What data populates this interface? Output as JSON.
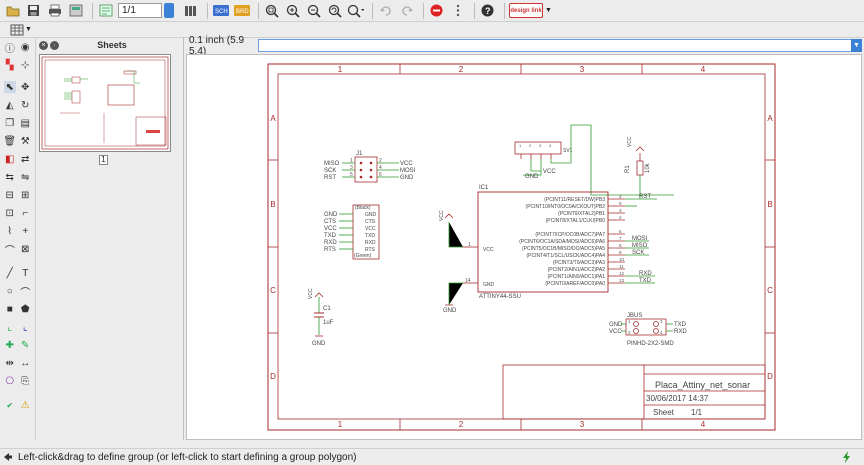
{
  "toolbar": {
    "sheet_value": "1/1",
    "logo_label": "design link"
  },
  "sheets": {
    "title": "Sheets",
    "current_sheet": "1"
  },
  "canvas_bar": {
    "grid_coord": "0.1 inch (5.9 5.4)"
  },
  "schematic": {
    "columns": [
      "1",
      "2",
      "3",
      "4"
    ],
    "rows": [
      "A",
      "B",
      "C",
      "D"
    ],
    "j1": {
      "ref": "J1",
      "left": [
        "MISO",
        "SCK",
        "RST"
      ],
      "right": [
        "VCC",
        "MOSI",
        "GND"
      ],
      "pins": [
        "1",
        "2",
        "3",
        "4",
        "5",
        "6"
      ]
    },
    "ftdi": {
      "left": [
        "GND",
        "CTS",
        "VCC",
        "TXD",
        "RXD",
        "RTS"
      ],
      "right": [
        "(Black)",
        "GND",
        "CTS",
        "VCC",
        "TXD",
        "RXD",
        "RTS",
        "(Green)"
      ]
    },
    "sonar": {
      "ref": "SV1",
      "vcc": "VCC",
      "gnd": "GND",
      "pins": [
        "1",
        "2",
        "3",
        "4"
      ]
    },
    "r1": {
      "ref": "R1",
      "value": "10k",
      "vcc": "VCC"
    },
    "ic1": {
      "ref": "IC1",
      "name": "ATTINY44-SSU",
      "vcc": "VCC",
      "gnd": "GND",
      "pins_right": [
        "(PCINT11/RESET/DW)PB3",
        "(PCINT10/INT0/OC0A/CKOUT)PB2",
        "(PCINT9/XTAL2)PB1",
        "(PCINT8/XTAL1/CLKI)PB0",
        "(PCINT7/ICP/OC0B/ADC7)PA7",
        "(PCINT6/OC1A/SDA/MOSI/ADC6)PA6",
        "(PCINT5/OC1B/MISO/DO/ADC5)PA5",
        "(PCINT4/T1/SCL/USCK/ADC4)PA4",
        "(PCINT3/T0/ADC3)PA3",
        "(PCINT2/AIN1/ADC2)PA2",
        "(PCINT1/AIN0/ADC1)PA1",
        "(PCINT0/AREF/ADC0)PA0"
      ],
      "pin_nums_right": [
        "4",
        "5",
        "3",
        "2",
        "6",
        "7",
        "8",
        "9",
        "10",
        "11",
        "12",
        "13"
      ],
      "pin_num_vcc": "1",
      "pin_num_gnd": "14",
      "nets_right": [
        "RST",
        "MOSI",
        "MISO",
        "SCK",
        "RXD",
        "TXD"
      ]
    },
    "left_vcc": "VCC",
    "left_gnd": "GND",
    "c1": {
      "ref": "C1",
      "value": "1uF",
      "vcc": "VCC",
      "gnd": "GND"
    },
    "jbus": {
      "ref": "JBUS",
      "left": [
        "GND",
        "VCC"
      ],
      "right": [
        "TXD",
        "RXD"
      ],
      "part": "PINHD-2X2-SMD",
      "pins": [
        "1",
        "2",
        "3",
        "4"
      ]
    },
    "title_block": {
      "title": "Placa_Attiny_net_sonar",
      "date": "30/06/2017 14:37",
      "sheet_label": "Sheet",
      "sheet_value": "1/1"
    }
  },
  "status": {
    "text": "Left-click&drag to define group (or left-click to start defining a group polygon)"
  },
  "colors": {
    "frame": "#a52a2a",
    "wire": "#2e9a2e",
    "text": "#444444",
    "accent": "#3b82d6"
  }
}
